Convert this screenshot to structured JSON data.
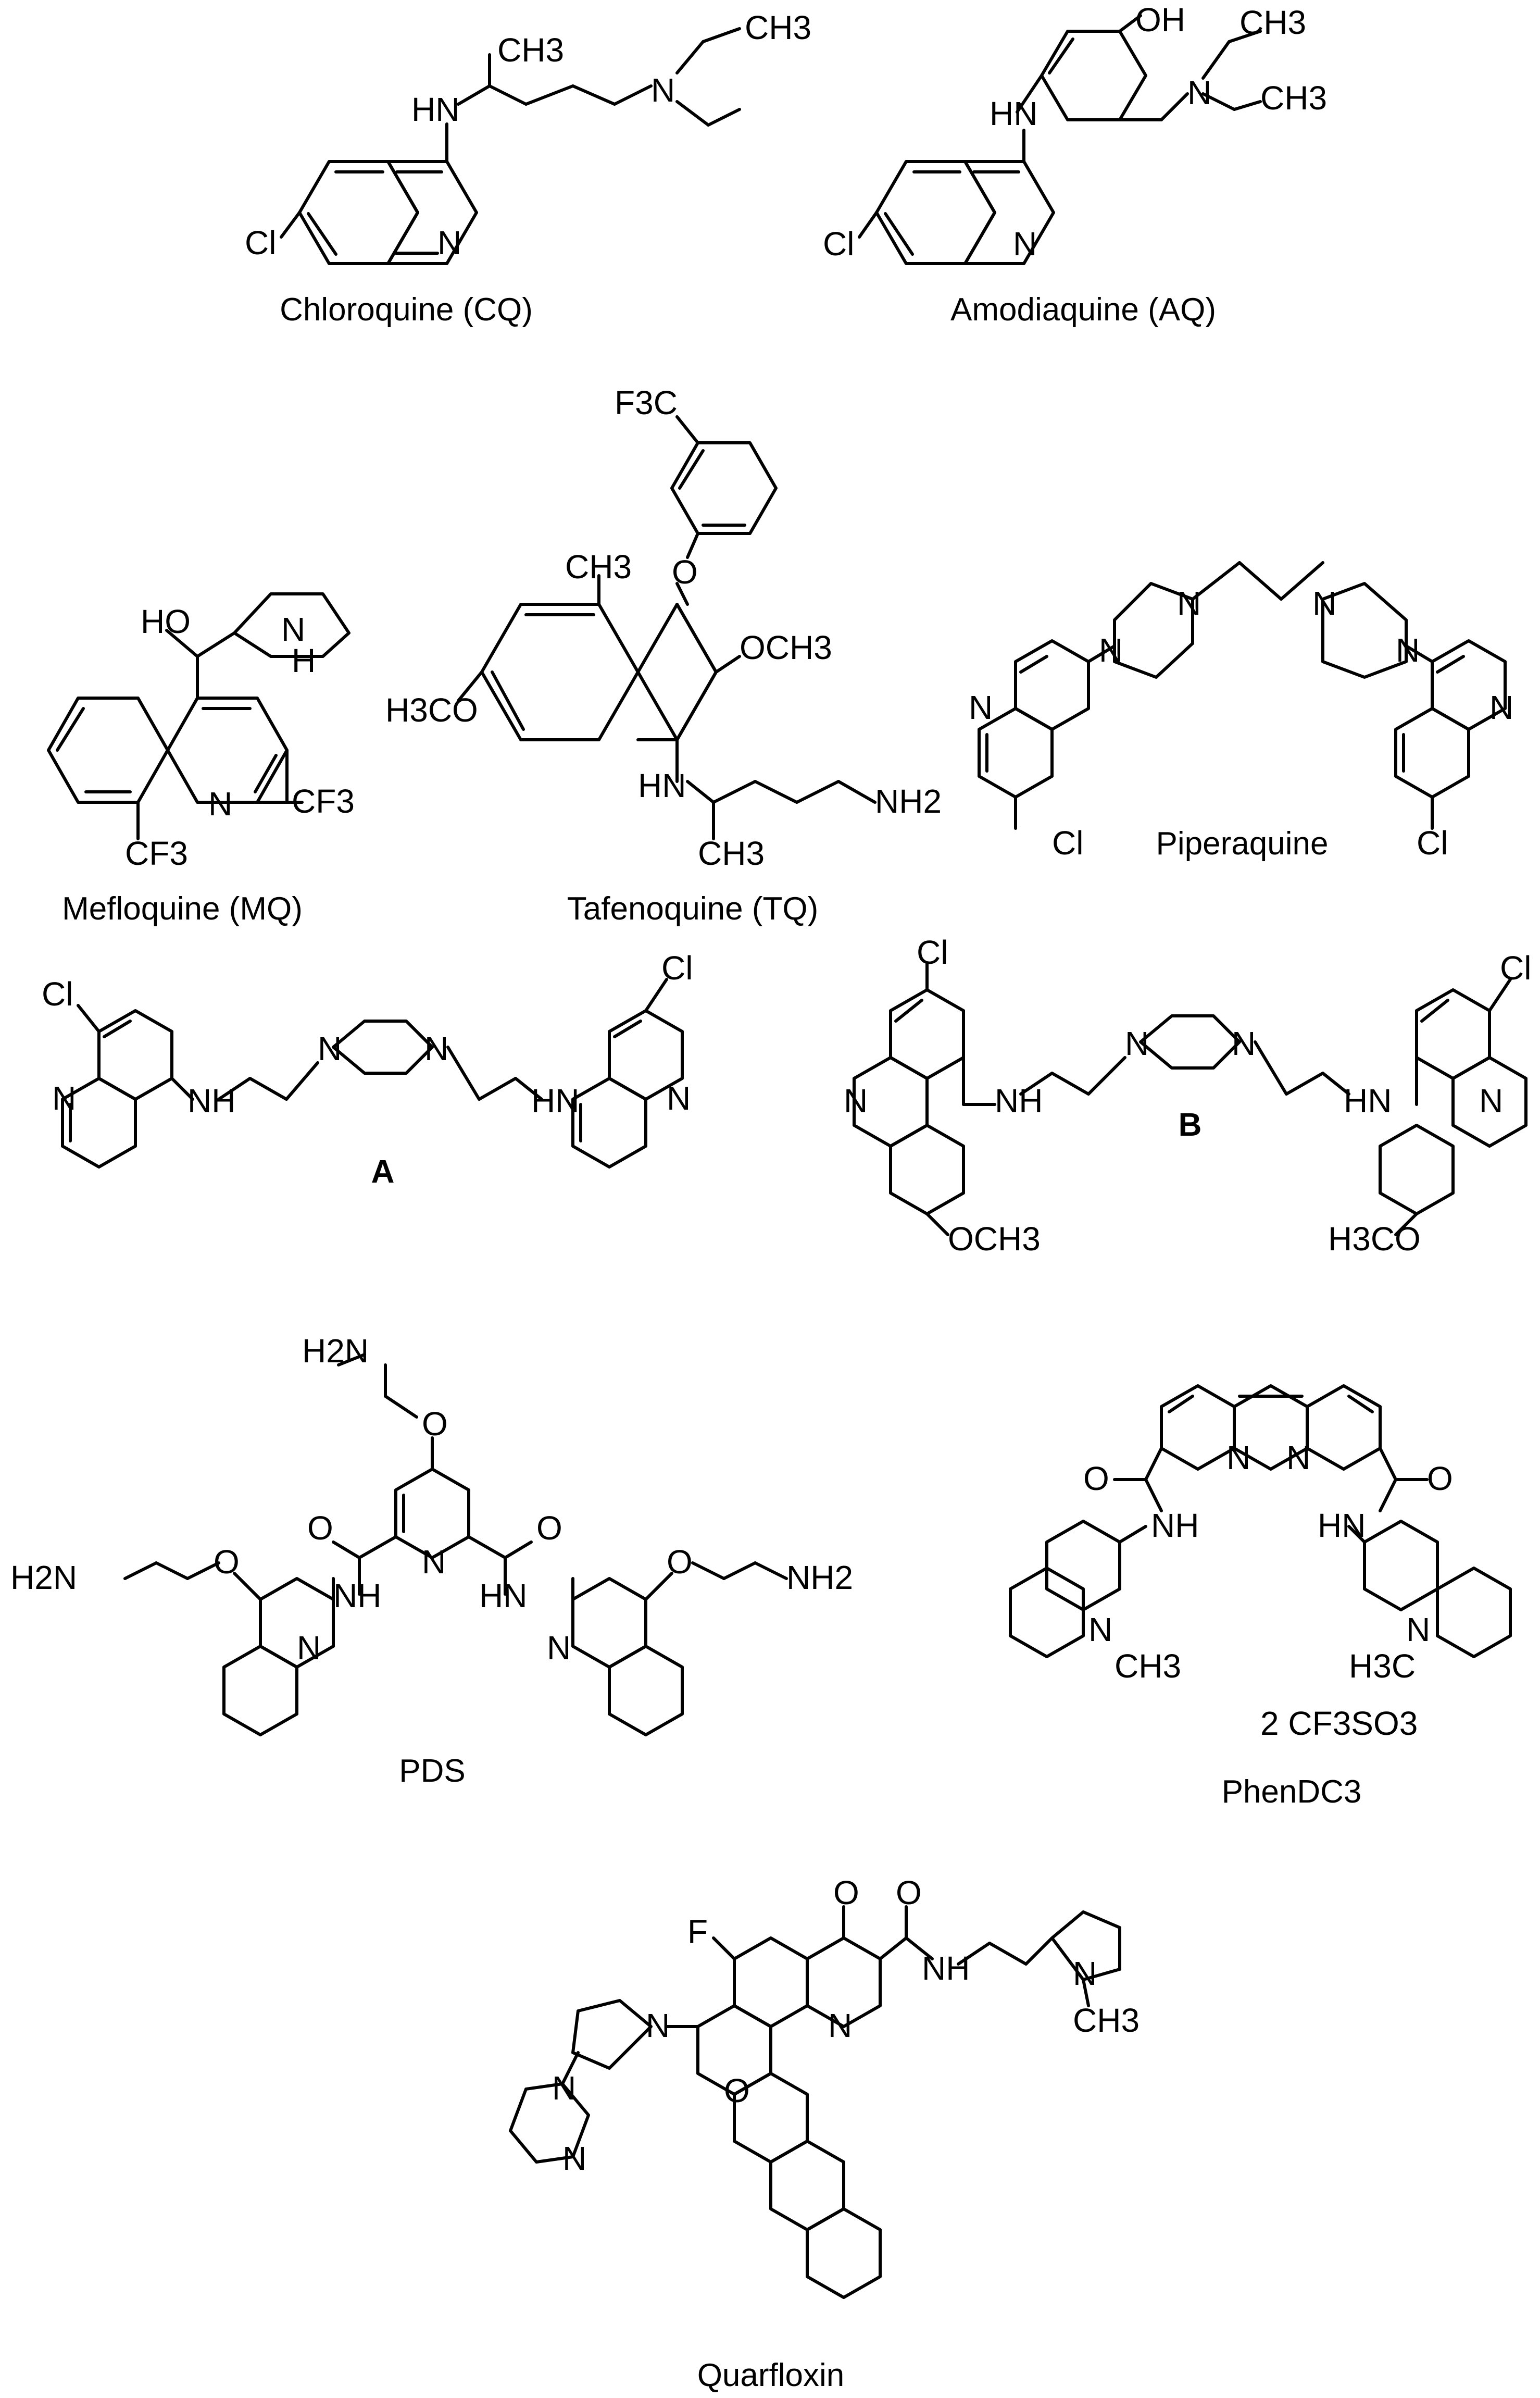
{
  "compounds": [
    {
      "id": "cq",
      "caption": "Chloroquine (CQ)",
      "atoms": [
        "CH3",
        "N",
        "CH3",
        "HN",
        "Cl",
        "N"
      ]
    },
    {
      "id": "aq",
      "caption": "Amodiaquine (AQ)",
      "atoms": [
        "OH",
        "CH3",
        "HN",
        "N",
        "CH3",
        "Cl",
        "N"
      ]
    },
    {
      "id": "mq",
      "caption": "Mefloquine (MQ)",
      "atoms": [
        "HO",
        "N",
        "H",
        "N",
        "CF3",
        "CF3"
      ]
    },
    {
      "id": "tq",
      "caption": "Tafenoquine (TQ)",
      "atoms": [
        "F3C",
        "O",
        "CH3",
        "OCH3",
        "H3CO",
        "HN",
        "NH2",
        "CH3"
      ]
    },
    {
      "id": "pq",
      "caption": "Piperaquine",
      "atoms": [
        "N",
        "N",
        "N",
        "N",
        "N",
        "N",
        "Cl",
        "Cl"
      ]
    },
    {
      "id": "a",
      "caption": "A",
      "atoms": [
        "Cl",
        "Cl",
        "N",
        "N",
        "N",
        "NH",
        "HN",
        "N"
      ]
    },
    {
      "id": "b",
      "caption": "B",
      "atoms": [
        "Cl",
        "Cl",
        "N",
        "NH",
        "N",
        "N",
        "HN",
        "N",
        "OCH3",
        "H3CO"
      ]
    },
    {
      "id": "pds",
      "caption": "PDS",
      "atoms": [
        "H2N",
        "O",
        "O",
        "N",
        "O",
        "H2N",
        "O",
        "NH",
        "HN",
        "O",
        "NH2",
        "N",
        "N"
      ]
    },
    {
      "id": "phendc3",
      "caption": "PhenDC3",
      "atoms": [
        "N",
        "N",
        "O",
        "O",
        "NH",
        "HN",
        "N",
        "CH3",
        "N",
        "H3C",
        "2 CF3SO3"
      ]
    },
    {
      "id": "quarfloxin",
      "caption": "Quarfloxin",
      "atoms": [
        "O",
        "O",
        "F",
        "NH",
        "N",
        "CH3",
        "N",
        "N",
        "O",
        "N",
        "N"
      ]
    }
  ]
}
